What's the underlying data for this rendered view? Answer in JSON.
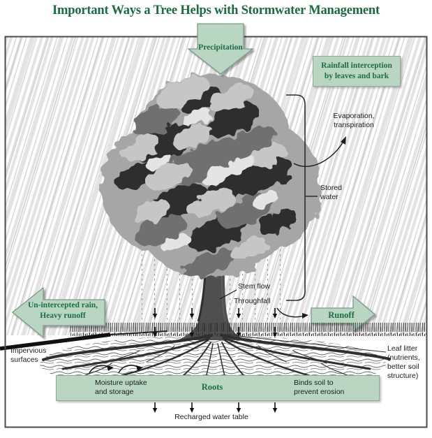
{
  "title": "Important Ways a Tree Helps with Stormwater Management",
  "colors": {
    "green_fill": "#b9d6c3",
    "green_border": "#7d9a8a",
    "green_text": "#1a6e44",
    "ink": "#1c1c1c",
    "frame": "#4b4b4b"
  },
  "flows": {
    "precipitation": "Precipitation",
    "interception": "Rainfall interception\nby leaves and bark",
    "evaporation": "Evaporation,\ntranspiration",
    "stored_water": "Stored\nwater",
    "stem_flow": "Stem flow",
    "throughfall": "Throughfall",
    "unintercepted": "Un-intercepted rain,\nHeavy runoff",
    "runoff": "Runoff",
    "impervious": "Impervious\nsurfaces",
    "leaf_litter": "Leaf litter\n(nutrients,\nbetter soil\nstructure)",
    "moisture_uptake": "Moisture uptake\nand storage",
    "roots": "Roots",
    "binds_soil": "Binds soil to\nprevent erosion",
    "recharged": "Recharged water table"
  }
}
